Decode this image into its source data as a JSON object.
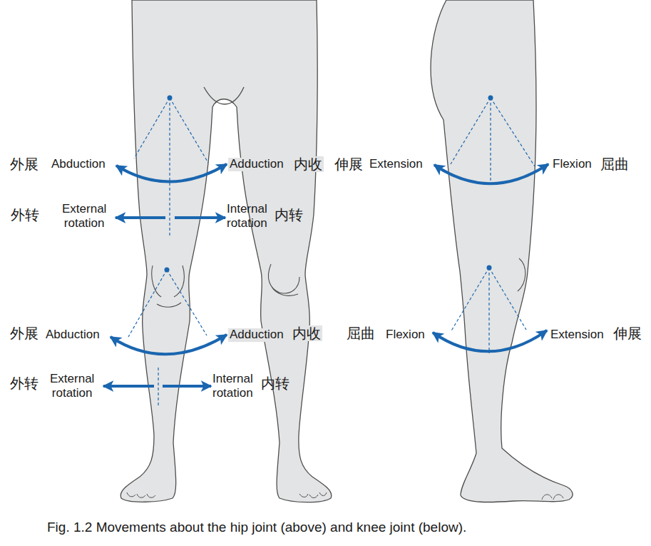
{
  "diagram": {
    "caption": "Fig. 1.2 Movements about the hip joint (above) and knee joint (below).",
    "labels": [
      "外展",
      "Abduction",
      "Adduction",
      "内收",
      "伸展",
      "Extension",
      "Flexion",
      "屈曲",
      "外转",
      "External rotation",
      "Internal rotation",
      "内转",
      "外展",
      "Abduction",
      "Adduction",
      "内收",
      "屈曲",
      "Flexion",
      "Extension",
      "伸展",
      "外转",
      "External rotation",
      "Internal rotation",
      "内转"
    ]
  }
}
